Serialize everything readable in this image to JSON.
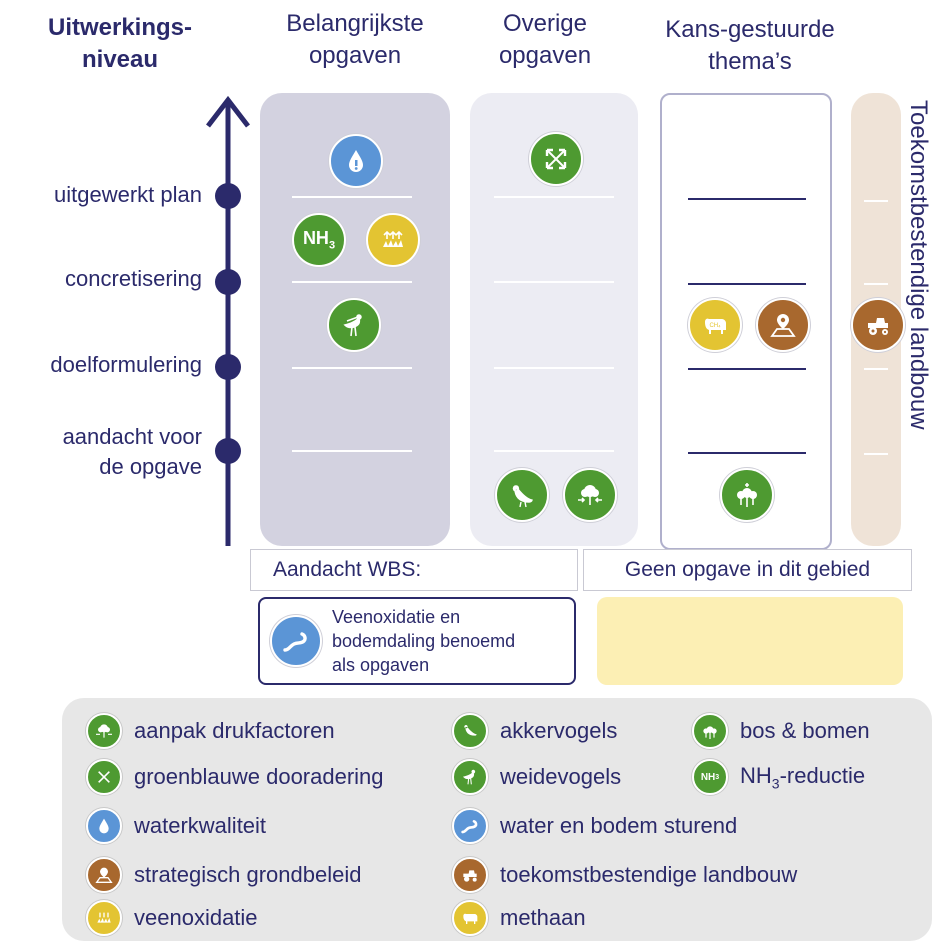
{
  "headers": {
    "level": "Uitwerkings-\nniveau",
    "col1": "Belangrijkste\nopgaven",
    "col2": "Overige\nopgaven",
    "col3": "Kans-gestuurde\nthema’s",
    "col4": "Toekomstbestendige landbouw"
  },
  "levels": [
    "uitgewerkt plan",
    "concretisering",
    "doelformulering",
    "aandacht voor\nde opgave"
  ],
  "wbs": {
    "left_label": "Aandacht WBS:",
    "right_label": "Geen opgave in dit gebied",
    "note": "Veenoxidatie en\nbodemdaling benoemd\nals opgaven"
  },
  "legend": [
    {
      "icon": "aanpak-drukfactoren-icon",
      "label": "aanpak drukfactoren"
    },
    {
      "icon": "akkervogels-icon",
      "label": "akkervogels"
    },
    {
      "icon": "bos-bomen-icon",
      "label": "bos & bomen"
    },
    {
      "icon": "groenblauwe-dooradering-icon",
      "label": "groenblauwe dooradering"
    },
    {
      "icon": "weidevogels-icon",
      "label": "weidevogels"
    },
    {
      "icon": "nh3-reductie-icon",
      "label": "NH",
      "sub": "3",
      "suffix": "-reductie"
    },
    {
      "icon": "waterkwaliteit-icon",
      "label": "waterkwaliteit"
    },
    {
      "icon": "water-bodem-sturend-icon",
      "label": "water en bodem sturend"
    },
    {
      "icon": "strategisch-grondbeleid-icon",
      "label": "strategisch grondbeleid"
    },
    {
      "icon": "toekomstbestendige-landbouw-icon",
      "label": "toekomstbestendige landbouw"
    },
    {
      "icon": "veenoxidatie-icon",
      "label": "veenoxidatie"
    },
    {
      "icon": "methaan-icon",
      "label": "methaan"
    }
  ],
  "icon_labels": {
    "nh3": "NH",
    "nh3_sub": "3",
    "ch4": "CH₄"
  },
  "colors": {
    "navy": "#2b2a6b",
    "green": "#4e9a31",
    "blue": "#5b95d6",
    "yellow": "#e3c432",
    "brown": "#a8682e",
    "col1_bg": "#d3d2e0",
    "col2_bg": "#ececf3",
    "col4_bg": "#efe3d7",
    "yellow_box": "#fcefb4"
  }
}
